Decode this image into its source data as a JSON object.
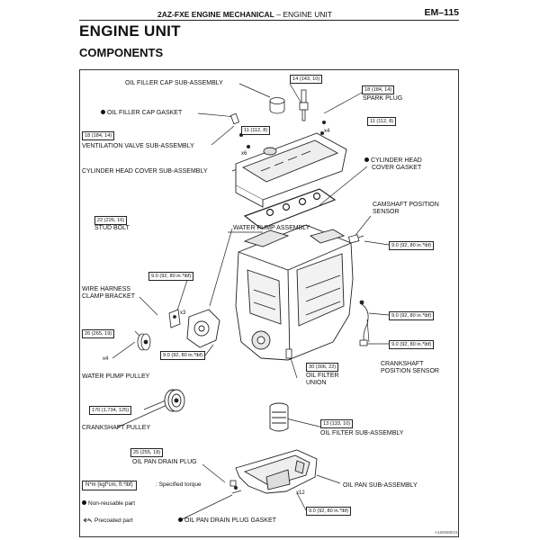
{
  "header": {
    "model": "2AZ-FXE ENGINE MECHANICAL",
    "separator": " – ",
    "section": "ENGINE UNIT",
    "page_code": "EM–115"
  },
  "title": "ENGINE UNIT",
  "subtitle": "COMPONENTS",
  "labels": {
    "oil_filler_cap": "OIL FILLER CAP SUB-ASSEMBLY",
    "oil_filler_cap_gasket": "OIL FILLER CAP GASKET",
    "vent_valve": "VENTILATION VALVE SUB-ASSEMBLY",
    "cyl_head_cover": "CYLINDER HEAD COVER SUB-ASSEMBLY",
    "spark_plug": "SPARK PLUG",
    "cyl_head_cover_gasket_1": "CYLINDER HEAD",
    "cyl_head_cover_gasket_2": "COVER GASKET",
    "stud_bolt": "STUD BOLT",
    "water_pump": "WATER PUMP ASSEMBLY",
    "camshaft_sensor_1": "CAMSHAFT POSITION",
    "camshaft_sensor_2": "SENSOR",
    "wire_harness_1": "WIRE HARNESS",
    "wire_harness_2": "CLAMP BRACKET",
    "water_pump_pulley": "WATER PUMP PULLEY",
    "crankshaft_sensor_1": "CRANKSHAFT",
    "crankshaft_sensor_2": "POSITION SENSOR",
    "oil_filter_union_1": "OIL FILTER",
    "oil_filter_union_2": "UNION",
    "crankshaft_pulley": "CRANKSHAFT PULLEY",
    "oil_filter": "OIL FILTER SUB-ASSEMBLY",
    "oil_pan_drain_plug": "OIL PAN DRAIN PLUG",
    "oil_pan": "OIL PAN SUB-ASSEMBLY",
    "oil_pan_drain_plug_gasket": "OIL PAN DRAIN PLUG GASKET"
  },
  "torques": {
    "t_cap": "14 (143, 10)",
    "t_spark": "18 (184, 14)",
    "t_vent": "18 (184, 14)",
    "t_cover1": "11 (112, 8)",
    "t_cover2": "11 (112, 8)",
    "t_stud": "22 (226, 16)",
    "t_cam": "9.0 (92, 80 in.*lbf)",
    "t_bracket": "9.0 (92, 80 in.*lbf)",
    "t_pulley": "26 (265, 19)",
    "t_pump": "9.0 (92, 80 in.*lbf)",
    "t_crank_a": "9.0 (92, 80 in.*lbf)",
    "t_crank_b": "9.0 (92, 80 in.*lbf)",
    "t_union": "30 (306, 22)",
    "t_crankpulley": "170 (1,734, 125)",
    "t_filter": "13 (133, 10)",
    "t_drain": "25 (255, 18)",
    "t_oilpan": "9.0 (92, 80 in.*lbf)"
  },
  "multipliers": {
    "m_spark": "x4",
    "m_cover": "x6",
    "m_bracket": "x3",
    "m_pulley": "x4",
    "m_pan": "x12"
  },
  "legend": {
    "unit_box": "N*m (kgf*cm, ft.*lbf)",
    "specified": ": Specified torque",
    "nonreusable": "Non-reusable part",
    "precoated": "Precoated part"
  },
  "image_code": "A180088E01"
}
